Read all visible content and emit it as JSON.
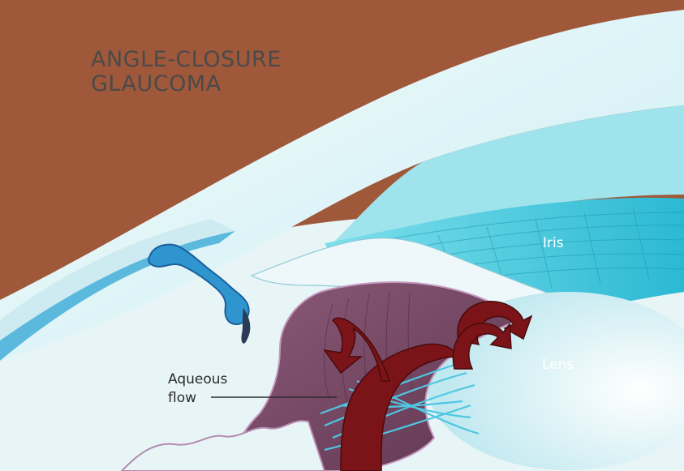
{
  "diagram": {
    "title_lines": [
      "ANGLE-CLOSURE",
      "GLAUCOMA"
    ],
    "labels": {
      "iris": "Iris",
      "lens": "Lens",
      "aqueous_flow_lines": [
        "Aqueous",
        "flow"
      ]
    },
    "colors": {
      "background_tissue": "#a0583a",
      "cornea": "#e6f6f8",
      "iris": "#43c8dc",
      "lens": "#dff3f6",
      "ciliary_body": "#7a4866",
      "arrow": "#7a1418",
      "zonule_fibers": "#4fc7e2",
      "canal": "#2e95cf"
    }
  }
}
